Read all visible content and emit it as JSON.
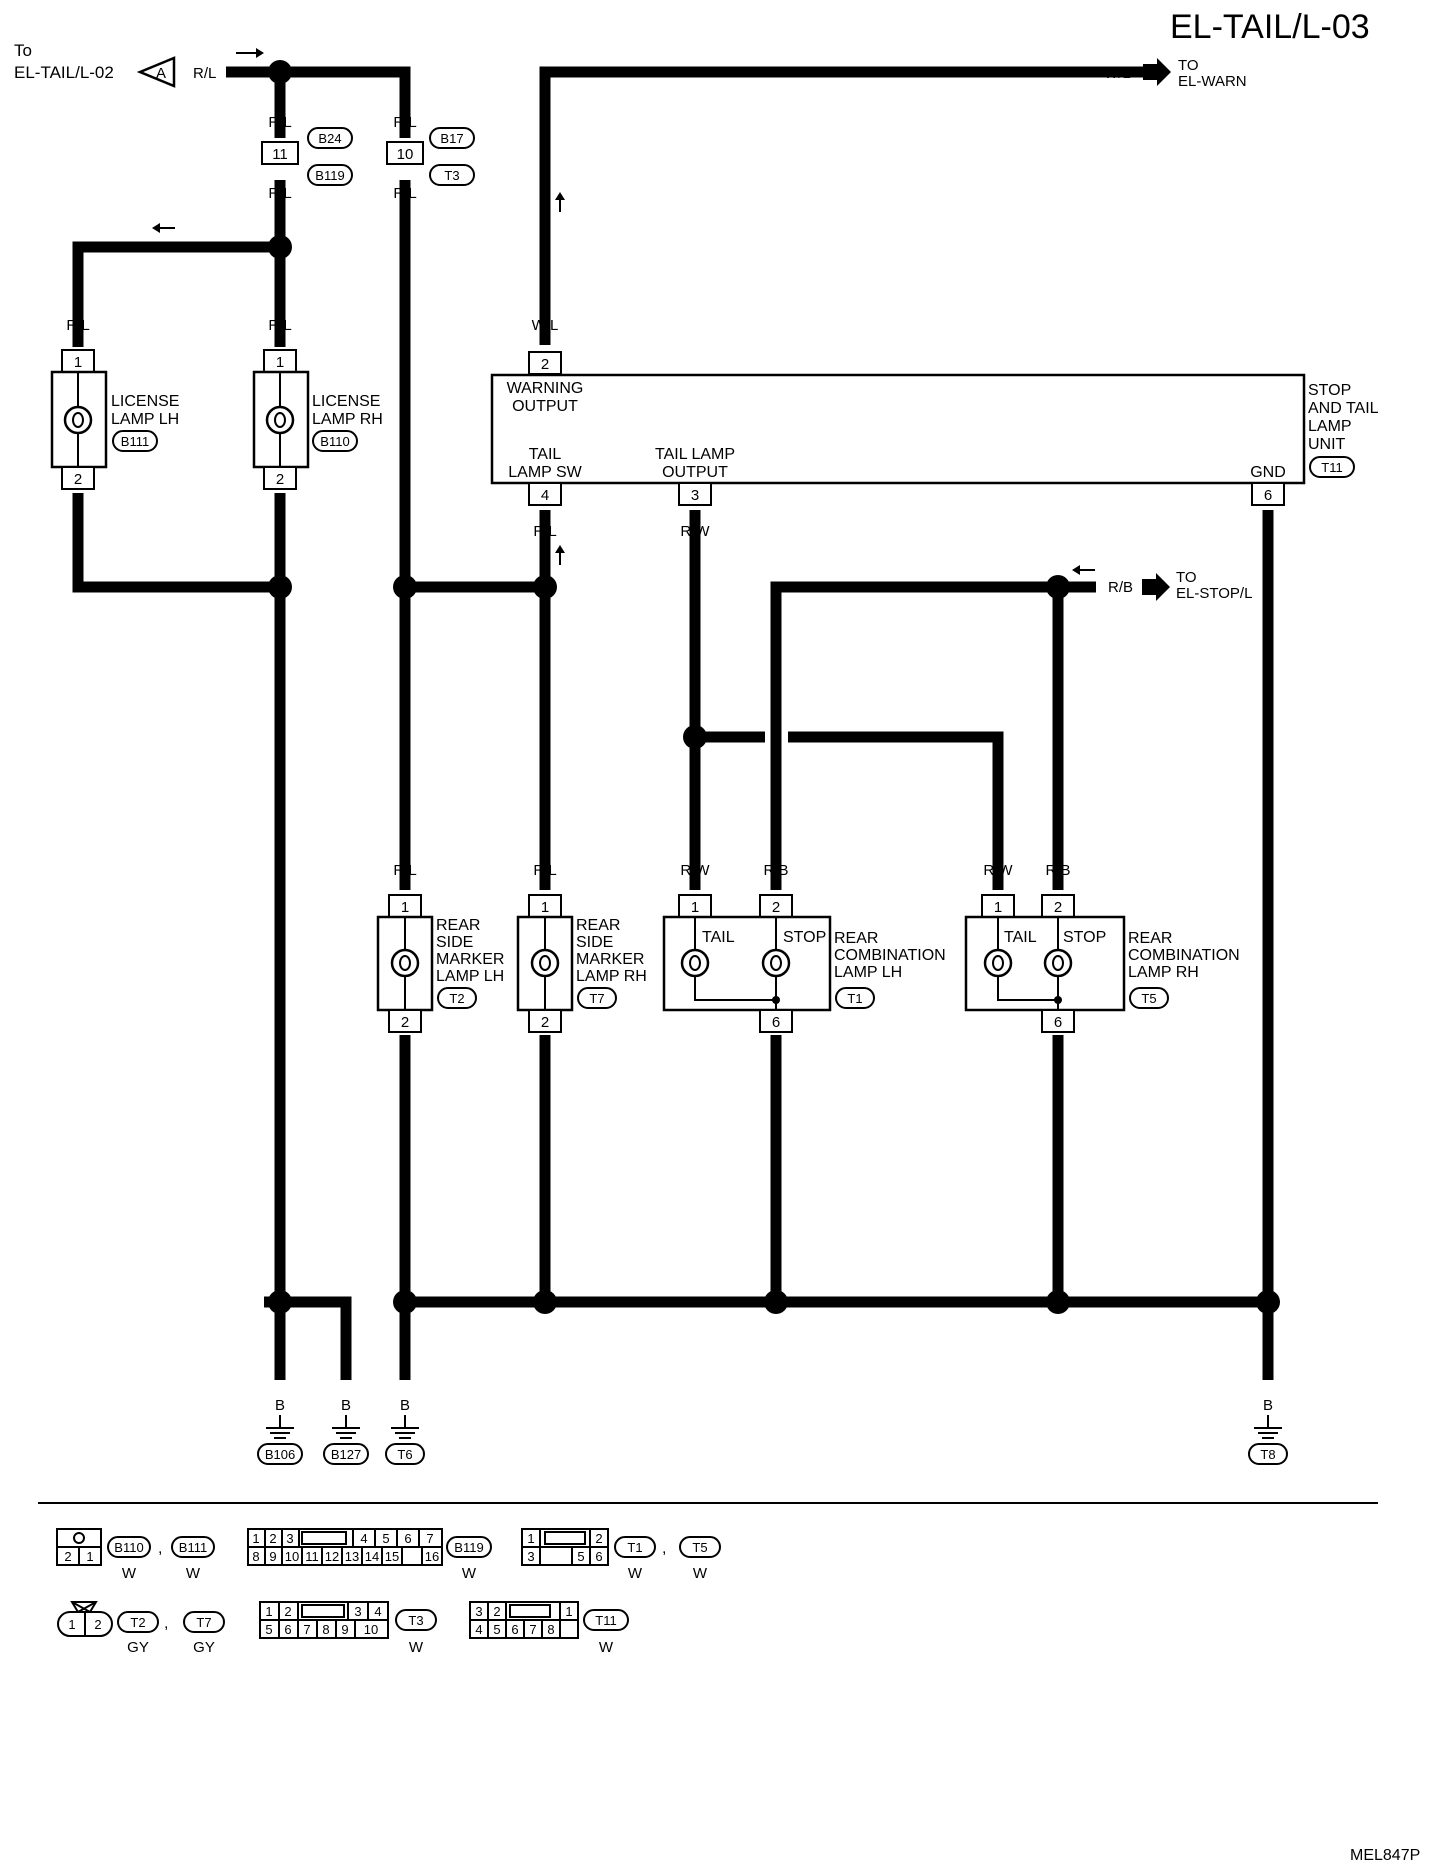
{
  "header": {
    "title": "EL-TAIL/L-03",
    "figure_code": "MEL847P"
  },
  "offpage": {
    "to_prev_line1": "To",
    "to_prev_line2": "EL-TAIL/L-02",
    "connector_letter": "A",
    "to_warn_line1": "TO",
    "to_warn_line2": "EL-WARN",
    "to_stop_line1": "TO",
    "to_stop_line2": "EL-STOP/L"
  },
  "wire_colors": {
    "rl": "R/L",
    "wl": "W/L",
    "rw": "R/W",
    "rb": "R/B",
    "b": "B"
  },
  "connectors": {
    "b24": "B24",
    "b119": "B119",
    "b17": "B17",
    "t3": "T3",
    "b111": "B111",
    "b110": "B110",
    "t11": "T11",
    "t2": "T2",
    "t7": "T7",
    "t1": "T1",
    "t5": "T5",
    "b106": "B106",
    "b127": "B127",
    "t6": "T6",
    "t8": "T8"
  },
  "pins": {
    "p1": "1",
    "p2": "2",
    "p3": "3",
    "p4": "4",
    "p6": "6",
    "p10": "10",
    "p11": "11"
  },
  "components": {
    "license_lh": [
      "LICENSE",
      "LAMP LH"
    ],
    "license_rh": [
      "LICENSE",
      "LAMP RH"
    ],
    "rear_side_lh": [
      "REAR",
      "SIDE",
      "MARKER",
      "LAMP LH"
    ],
    "rear_side_rh": [
      "REAR",
      "SIDE",
      "MARKER",
      "LAMP RH"
    ],
    "rear_comb_lh": [
      "REAR",
      "COMBINATION",
      "LAMP LH"
    ],
    "rear_comb_rh": [
      "REAR",
      "COMBINATION",
      "LAMP RH"
    ],
    "stop_tail_unit": [
      "STOP",
      "AND TAIL",
      "LAMP",
      "UNIT"
    ],
    "bulb_tail": "TAIL",
    "bulb_stop": "STOP"
  },
  "unit_pins": {
    "warning_output": [
      "WARNING",
      "OUTPUT"
    ],
    "tail_lamp_sw": [
      "TAIL",
      "LAMP SW"
    ],
    "tail_lamp_output": [
      "TAIL LAMP",
      "OUTPUT"
    ],
    "gnd": "GND"
  },
  "legend": {
    "row1": {
      "b110_b111_cells": [
        "2",
        "1"
      ],
      "b119_cells_top": [
        "1",
        "2",
        "3",
        "4",
        "5",
        "6",
        "7"
      ],
      "b119_cells_bottom": [
        "8",
        "9",
        "10",
        "11",
        "12",
        "13",
        "14",
        "15",
        "16"
      ],
      "t1_t5_cells_top": [
        "1",
        "2"
      ],
      "t1_t5_cells_bottom": [
        "3",
        "5",
        "6"
      ],
      "color_w": "W",
      "comma": ","
    },
    "row2": {
      "t2_t7_cells": [
        "1",
        "2"
      ],
      "t3_cells_top": [
        "1",
        "2",
        "3",
        "4"
      ],
      "t3_cells_bottom": [
        "5",
        "6",
        "7",
        "8",
        "9",
        "10"
      ],
      "t11_cells_top": [
        "3",
        "2",
        "1"
      ],
      "t11_cells_bottom": [
        "4",
        "5",
        "6",
        "7",
        "8"
      ],
      "color_gy": "GY",
      "color_w": "W"
    }
  }
}
